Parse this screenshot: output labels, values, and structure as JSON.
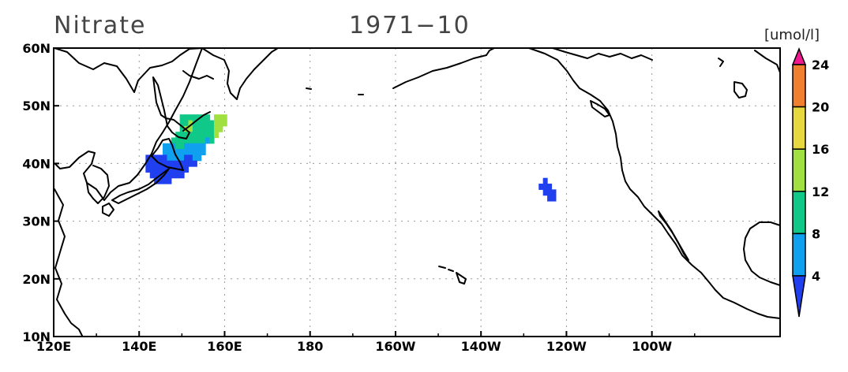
{
  "title": "Nitrate",
  "period": "1971−10",
  "units": "[umol/l]",
  "map": {
    "lon_range": [
      120,
      290
    ],
    "lat_range": [
      10,
      60
    ],
    "lon_ticks": [
      {
        "value": 120,
        "label": "120E"
      },
      {
        "value": 140,
        "label": "140E"
      },
      {
        "value": 160,
        "label": "160E"
      },
      {
        "value": 180,
        "label": "180"
      },
      {
        "value": 200,
        "label": "160W"
      },
      {
        "value": 220,
        "label": "140W"
      },
      {
        "value": 240,
        "label": "120W"
      },
      {
        "value": 260,
        "label": "100W"
      }
    ],
    "lat_ticks": [
      {
        "value": 10,
        "label": "10N"
      },
      {
        "value": 20,
        "label": "20N"
      },
      {
        "value": 30,
        "label": "30N"
      },
      {
        "value": 40,
        "label": "40N"
      },
      {
        "value": 50,
        "label": "50N"
      },
      {
        "value": 60,
        "label": "60N"
      }
    ],
    "grid": true
  },
  "colorbar": {
    "placement": "right",
    "levels": [
      "4",
      "8",
      "12",
      "16",
      "20",
      "24"
    ],
    "colors": [
      "#2040f0",
      "#10a0f0",
      "#10c888",
      "#a0e040",
      "#e8d840",
      "#f08030",
      "#f01890"
    ]
  },
  "chart_data": {
    "type": "heatmap",
    "cell_size_deg": 1,
    "cells": [
      {
        "lon": 150,
        "lat": 48,
        "bin": 2
      },
      {
        "lon": 151,
        "lat": 48,
        "bin": 2
      },
      {
        "lon": 152,
        "lat": 48,
        "bin": 2
      },
      {
        "lon": 153,
        "lat": 48,
        "bin": 2
      },
      {
        "lon": 154,
        "lat": 48,
        "bin": 2
      },
      {
        "lon": 155,
        "lat": 48,
        "bin": 2
      },
      {
        "lon": 156,
        "lat": 48,
        "bin": 2
      },
      {
        "lon": 158,
        "lat": 48,
        "bin": 3
      },
      {
        "lon": 159,
        "lat": 48,
        "bin": 3
      },
      {
        "lon": 160,
        "lat": 48,
        "bin": 3
      },
      {
        "lon": 150,
        "lat": 47,
        "bin": 2
      },
      {
        "lon": 151,
        "lat": 47,
        "bin": 2
      },
      {
        "lon": 152,
        "lat": 47,
        "bin": 3
      },
      {
        "lon": 153,
        "lat": 47,
        "bin": 2
      },
      {
        "lon": 154,
        "lat": 47,
        "bin": 2
      },
      {
        "lon": 155,
        "lat": 47,
        "bin": 2
      },
      {
        "lon": 156,
        "lat": 47,
        "bin": 2
      },
      {
        "lon": 157,
        "lat": 47,
        "bin": 2
      },
      {
        "lon": 158,
        "lat": 47,
        "bin": 3
      },
      {
        "lon": 159,
        "lat": 47,
        "bin": 3
      },
      {
        "lon": 160,
        "lat": 47,
        "bin": 3
      },
      {
        "lon": 150,
        "lat": 46,
        "bin": 2
      },
      {
        "lon": 151,
        "lat": 46,
        "bin": 3
      },
      {
        "lon": 152,
        "lat": 46,
        "bin": 3
      },
      {
        "lon": 153,
        "lat": 46,
        "bin": 2
      },
      {
        "lon": 154,
        "lat": 46,
        "bin": 2
      },
      {
        "lon": 155,
        "lat": 46,
        "bin": 2
      },
      {
        "lon": 156,
        "lat": 46,
        "bin": 2
      },
      {
        "lon": 157,
        "lat": 46,
        "bin": 2
      },
      {
        "lon": 158,
        "lat": 46,
        "bin": 3
      },
      {
        "lon": 159,
        "lat": 46,
        "bin": 3
      },
      {
        "lon": 149,
        "lat": 45,
        "bin": 2
      },
      {
        "lon": 150,
        "lat": 45,
        "bin": 2
      },
      {
        "lon": 151,
        "lat": 45,
        "bin": 2
      },
      {
        "lon": 152,
        "lat": 45,
        "bin": 2
      },
      {
        "lon": 153,
        "lat": 45,
        "bin": 2
      },
      {
        "lon": 154,
        "lat": 45,
        "bin": 2
      },
      {
        "lon": 155,
        "lat": 45,
        "bin": 2
      },
      {
        "lon": 156,
        "lat": 45,
        "bin": 2
      },
      {
        "lon": 157,
        "lat": 45,
        "bin": 2
      },
      {
        "lon": 158,
        "lat": 45,
        "bin": 3
      },
      {
        "lon": 148,
        "lat": 44,
        "bin": 2
      },
      {
        "lon": 149,
        "lat": 44,
        "bin": 2
      },
      {
        "lon": 150,
        "lat": 44,
        "bin": 2
      },
      {
        "lon": 151,
        "lat": 44,
        "bin": 2
      },
      {
        "lon": 152,
        "lat": 44,
        "bin": 2
      },
      {
        "lon": 153,
        "lat": 44,
        "bin": 2
      },
      {
        "lon": 154,
        "lat": 44,
        "bin": 2
      },
      {
        "lon": 155,
        "lat": 44,
        "bin": 2
      },
      {
        "lon": 156,
        "lat": 44,
        "bin": 1
      },
      {
        "lon": 157,
        "lat": 44,
        "bin": 2
      },
      {
        "lon": 146,
        "lat": 43,
        "bin": 1
      },
      {
        "lon": 147,
        "lat": 43,
        "bin": 1
      },
      {
        "lon": 148,
        "lat": 43,
        "bin": 1
      },
      {
        "lon": 149,
        "lat": 43,
        "bin": 2
      },
      {
        "lon": 150,
        "lat": 43,
        "bin": 2
      },
      {
        "lon": 151,
        "lat": 43,
        "bin": 1
      },
      {
        "lon": 152,
        "lat": 43,
        "bin": 1
      },
      {
        "lon": 153,
        "lat": 43,
        "bin": 1
      },
      {
        "lon": 154,
        "lat": 43,
        "bin": 1
      },
      {
        "lon": 155,
        "lat": 43,
        "bin": 1
      },
      {
        "lon": 146,
        "lat": 42,
        "bin": 1
      },
      {
        "lon": 147,
        "lat": 42,
        "bin": 1
      },
      {
        "lon": 148,
        "lat": 42,
        "bin": 1
      },
      {
        "lon": 149,
        "lat": 42,
        "bin": 1
      },
      {
        "lon": 150,
        "lat": 42,
        "bin": 1
      },
      {
        "lon": 151,
        "lat": 42,
        "bin": 1
      },
      {
        "lon": 152,
        "lat": 42,
        "bin": 1
      },
      {
        "lon": 153,
        "lat": 42,
        "bin": 1
      },
      {
        "lon": 154,
        "lat": 42,
        "bin": 1
      },
      {
        "lon": 155,
        "lat": 42,
        "bin": 1
      },
      {
        "lon": 142,
        "lat": 41,
        "bin": 0
      },
      {
        "lon": 143,
        "lat": 41,
        "bin": 0
      },
      {
        "lon": 144,
        "lat": 41,
        "bin": 0
      },
      {
        "lon": 145,
        "lat": 41,
        "bin": 0
      },
      {
        "lon": 146,
        "lat": 41,
        "bin": 0
      },
      {
        "lon": 147,
        "lat": 41,
        "bin": 1
      },
      {
        "lon": 148,
        "lat": 41,
        "bin": 1
      },
      {
        "lon": 149,
        "lat": 41,
        "bin": 1
      },
      {
        "lon": 150,
        "lat": 41,
        "bin": 1
      },
      {
        "lon": 151,
        "lat": 41,
        "bin": 0
      },
      {
        "lon": 152,
        "lat": 41,
        "bin": 0
      },
      {
        "lon": 153,
        "lat": 41,
        "bin": 1
      },
      {
        "lon": 154,
        "lat": 41,
        "bin": 1
      },
      {
        "lon": 142,
        "lat": 40,
        "bin": 0
      },
      {
        "lon": 143,
        "lat": 40,
        "bin": 0
      },
      {
        "lon": 144,
        "lat": 40,
        "bin": 0
      },
      {
        "lon": 145,
        "lat": 40,
        "bin": 0
      },
      {
        "lon": 146,
        "lat": 40,
        "bin": 0
      },
      {
        "lon": 147,
        "lat": 40,
        "bin": 0
      },
      {
        "lon": 148,
        "lat": 40,
        "bin": 0
      },
      {
        "lon": 149,
        "lat": 40,
        "bin": 0
      },
      {
        "lon": 150,
        "lat": 40,
        "bin": 0
      },
      {
        "lon": 151,
        "lat": 40,
        "bin": 0
      },
      {
        "lon": 152,
        "lat": 40,
        "bin": 0
      },
      {
        "lon": 153,
        "lat": 40,
        "bin": 0
      },
      {
        "lon": 142,
        "lat": 39,
        "bin": 0
      },
      {
        "lon": 143,
        "lat": 39,
        "bin": 0
      },
      {
        "lon": 144,
        "lat": 39,
        "bin": 0
      },
      {
        "lon": 145,
        "lat": 39,
        "bin": 0
      },
      {
        "lon": 146,
        "lat": 39,
        "bin": 0
      },
      {
        "lon": 147,
        "lat": 39,
        "bin": 0
      },
      {
        "lon": 148,
        "lat": 39,
        "bin": 0
      },
      {
        "lon": 149,
        "lat": 39,
        "bin": 0
      },
      {
        "lon": 150,
        "lat": 39,
        "bin": 0
      },
      {
        "lon": 151,
        "lat": 39,
        "bin": 0
      },
      {
        "lon": 143,
        "lat": 38,
        "bin": 0
      },
      {
        "lon": 144,
        "lat": 38,
        "bin": 0
      },
      {
        "lon": 145,
        "lat": 38,
        "bin": 0
      },
      {
        "lon": 146,
        "lat": 38,
        "bin": 0
      },
      {
        "lon": 147,
        "lat": 38,
        "bin": 0
      },
      {
        "lon": 148,
        "lat": 38,
        "bin": 0
      },
      {
        "lon": 149,
        "lat": 38,
        "bin": 0
      },
      {
        "lon": 150,
        "lat": 38,
        "bin": 0
      },
      {
        "lon": 144,
        "lat": 37,
        "bin": 0
      },
      {
        "lon": 145,
        "lat": 37,
        "bin": 0
      },
      {
        "lon": 146,
        "lat": 37,
        "bin": 0
      },
      {
        "lon": 147,
        "lat": 37,
        "bin": 0
      },
      {
        "lon": 235,
        "lat": 37,
        "bin": 0
      },
      {
        "lon": 234,
        "lat": 36,
        "bin": 0
      },
      {
        "lon": 235,
        "lat": 36,
        "bin": 0
      },
      {
        "lon": 236,
        "lat": 36,
        "bin": 0
      },
      {
        "lon": 235,
        "lat": 35,
        "bin": 0
      },
      {
        "lon": 236,
        "lat": 35,
        "bin": 0
      },
      {
        "lon": 237,
        "lat": 35,
        "bin": 0
      },
      {
        "lon": 236,
        "lat": 34,
        "bin": 0
      },
      {
        "lon": 237,
        "lat": 34,
        "bin": 0
      }
    ]
  }
}
